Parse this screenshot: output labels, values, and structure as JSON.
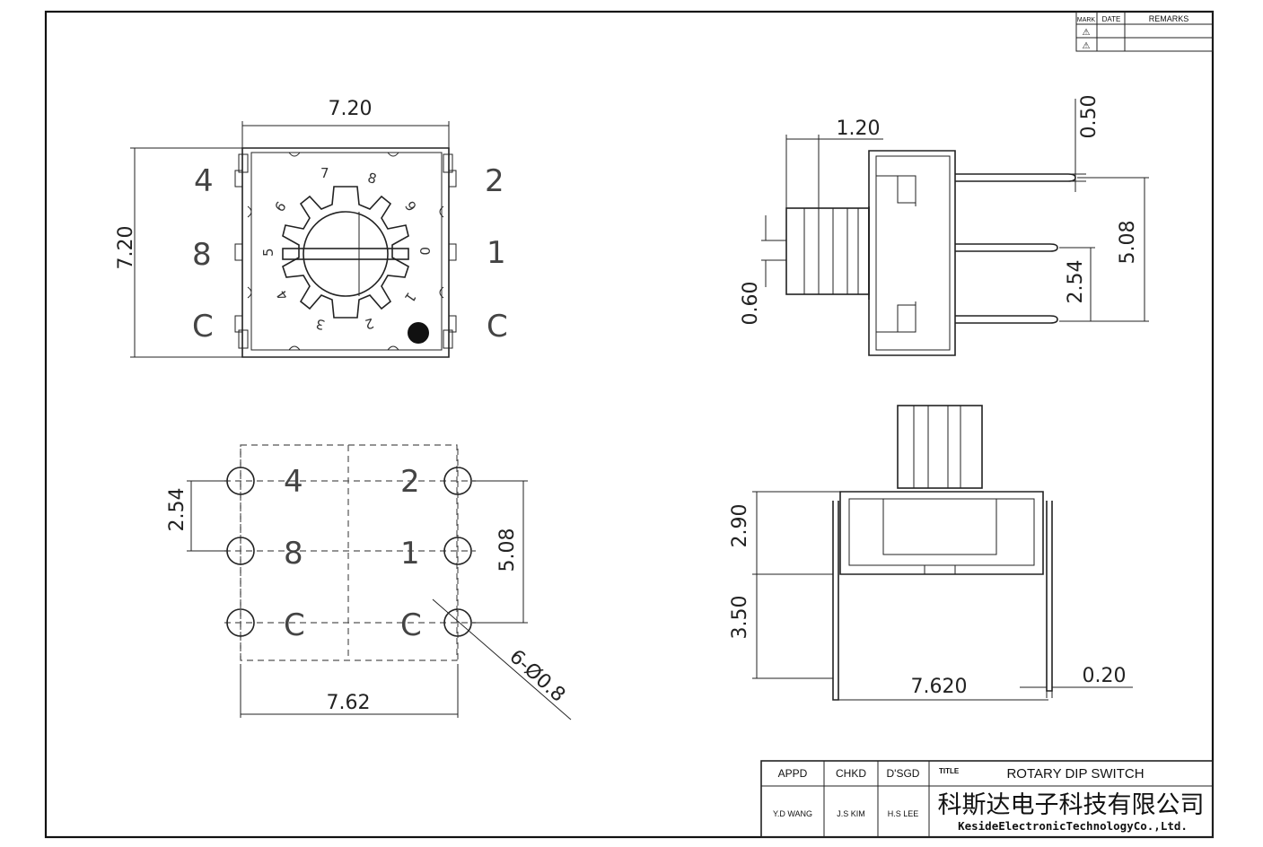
{
  "revision_table": {
    "headers": [
      "MARK",
      "DATE",
      "REMARKS"
    ],
    "marks": [
      "⚠",
      "⚠"
    ]
  },
  "top_view": {
    "width_dim": "7.20",
    "height_dim": "7.20",
    "pin_labels": {
      "left": [
        "4",
        "8",
        "C"
      ],
      "right": [
        "2",
        "1",
        "C"
      ]
    },
    "dial_numbers": [
      "7",
      "8",
      "9",
      "0",
      "1",
      "2",
      "3",
      "4",
      "5",
      "6"
    ]
  },
  "side_view": {
    "dims": [
      "1.20",
      "0.50",
      "5.08",
      "2.54",
      "0.60"
    ]
  },
  "bottom_view": {
    "pin_labels": [
      "4",
      "2",
      "8",
      "1",
      "C",
      "C"
    ],
    "dims": {
      "pitch_v": "2.54",
      "span_v": "5.08",
      "span_h": "7.62",
      "holes": "6-Ø0.8"
    }
  },
  "front_view": {
    "dims": [
      "2.90",
      "3.50",
      "7.620",
      "0.20"
    ]
  },
  "title_block": {
    "headers": [
      "APPD",
      "CHKD",
      "D'SGD",
      "TITLE"
    ],
    "names": [
      "Y.D WANG",
      "J.S KIM",
      "H.S LEE"
    ],
    "title": "ROTARY DIP SWITCH",
    "company_cn": "科斯达电子科技有限公司",
    "company_en": "KesideElectronicTechnologyCo.,Ltd."
  }
}
